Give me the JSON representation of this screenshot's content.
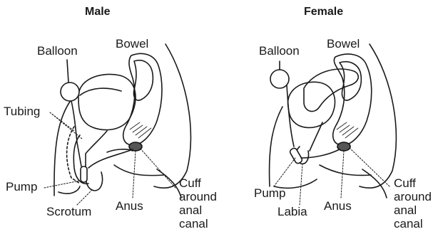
{
  "male": {
    "title": "Male",
    "labels": {
      "balloon": "Balloon",
      "bowel": "Bowel",
      "tubing": "Tubing",
      "pump": "Pump",
      "scrotum": "Scrotum",
      "anus": "Anus",
      "cuff": [
        "Cuff",
        "around",
        "anal",
        "canal"
      ]
    }
  },
  "female": {
    "title": "Female",
    "labels": {
      "balloon": "Balloon",
      "bowel": "Bowel",
      "pump": "Pump",
      "labia": "Labia",
      "anus": "Anus",
      "cuff": [
        "Cuff",
        "around",
        "anal",
        "canal"
      ]
    }
  }
}
